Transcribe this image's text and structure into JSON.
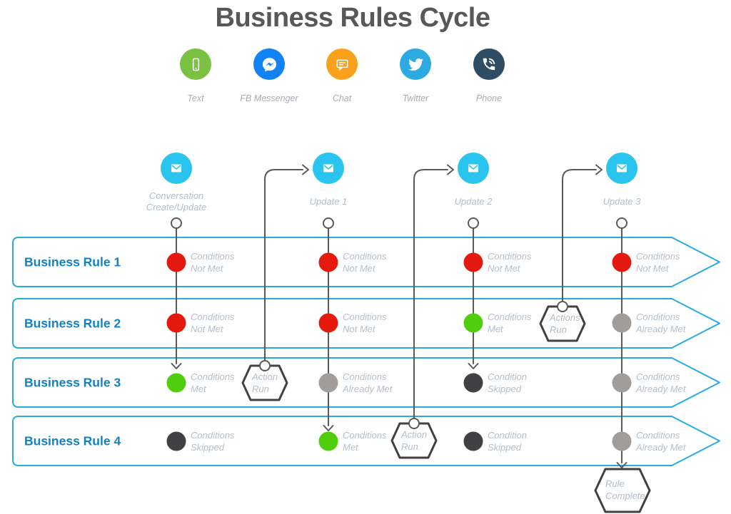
{
  "title": "Business Rules Cycle",
  "colors": {
    "title": "#57585a",
    "rule_label": "#1282c4",
    "band_border": "#29abe2",
    "connector": "#58595b",
    "hexagon_border": "#414042",
    "condition_label": "#b5bfc9",
    "channel_label": "#a6adb4",
    "status_not_met": "#e51a0e",
    "status_met": "#50ce0e",
    "status_already_met": "#a09d9b",
    "status_skipped": "#414042",
    "mail": "#29c5ee",
    "channel_text": "#7ac142",
    "channel_messenger": "#1183f2",
    "channel_chat": "#f9a11b",
    "channel_twitter": "#2caae1",
    "channel_phone": "#2e4d63"
  },
  "channels": [
    {
      "label": "Text",
      "icon": "mobile-phone-icon"
    },
    {
      "label": "FB Messenger",
      "icon": "messenger-icon"
    },
    {
      "label": "Chat",
      "icon": "chat-bubble-icon"
    },
    {
      "label": "Twitter",
      "icon": "twitter-bird-icon"
    },
    {
      "label": "Phone",
      "icon": "phone-handset-icon"
    }
  ],
  "events": [
    {
      "line1": "Conversation",
      "line2": "Create/Update"
    },
    {
      "label": "Update 1"
    },
    {
      "label": "Update 2"
    },
    {
      "label": "Update 3"
    }
  ],
  "rules": [
    {
      "label": "Business Rule 1"
    },
    {
      "label": "Business Rule 2"
    },
    {
      "label": "Business Rule 3"
    },
    {
      "label": "Business Rule 4"
    }
  ],
  "grid": {
    "rows": [
      {
        "cells": [
          {
            "state": "conditions-not-met",
            "color": "#e51a0e",
            "line1": "Conditions",
            "line2": "Not Met"
          },
          {
            "state": "conditions-not-met",
            "color": "#e51a0e",
            "line1": "Conditions",
            "line2": "Not Met"
          },
          {
            "state": "conditions-not-met",
            "color": "#e51a0e",
            "line1": "Conditions",
            "line2": "Not Met"
          },
          {
            "state": "conditions-not-met",
            "color": "#e51a0e",
            "line1": "Conditions",
            "line2": "Not Met"
          }
        ]
      },
      {
        "cells": [
          {
            "state": "conditions-not-met",
            "color": "#e51a0e",
            "line1": "Conditions",
            "line2": "Not Met"
          },
          {
            "state": "conditions-not-met",
            "color": "#e51a0e",
            "line1": "Conditions",
            "line2": "Not Met"
          },
          {
            "state": "conditions-met",
            "color": "#50ce0e",
            "line1": "Conditions",
            "line2": "Met"
          },
          {
            "state": "conditions-already-met",
            "color": "#a09d9b",
            "line1": "Conditions",
            "line2": "Already Met"
          }
        ]
      },
      {
        "cells": [
          {
            "state": "conditions-met",
            "color": "#50ce0e",
            "line1": "Conditions",
            "line2": "Met"
          },
          {
            "state": "conditions-already-met",
            "color": "#a09d9b",
            "line1": "Conditions",
            "line2": "Already Met"
          },
          {
            "state": "condition-skipped",
            "color": "#414042",
            "line1": "Condition",
            "line2": "Skipped"
          },
          {
            "state": "conditions-already-met",
            "color": "#a09d9b",
            "line1": "Conditions",
            "line2": "Already Met"
          }
        ]
      },
      {
        "cells": [
          {
            "state": "conditions-skipped",
            "color": "#414042",
            "line1": "Conditions",
            "line2": "Skipped"
          },
          {
            "state": "conditions-met",
            "color": "#50ce0e",
            "line1": "Conditions",
            "line2": "Met"
          },
          {
            "state": "condition-skipped",
            "color": "#414042",
            "line1": "Condition",
            "line2": "Skipped"
          },
          {
            "state": "conditions-already-met",
            "color": "#a09d9b",
            "line1": "Conditions",
            "line2": "Already Met"
          }
        ]
      }
    ]
  },
  "hexagons": [
    {
      "line1": "Action",
      "line2": "Run"
    },
    {
      "line1": "Action",
      "line2": "Run"
    },
    {
      "line1": "Actions",
      "line2": "Run"
    },
    {
      "line1": "Rule",
      "line2": "Complete"
    }
  ]
}
